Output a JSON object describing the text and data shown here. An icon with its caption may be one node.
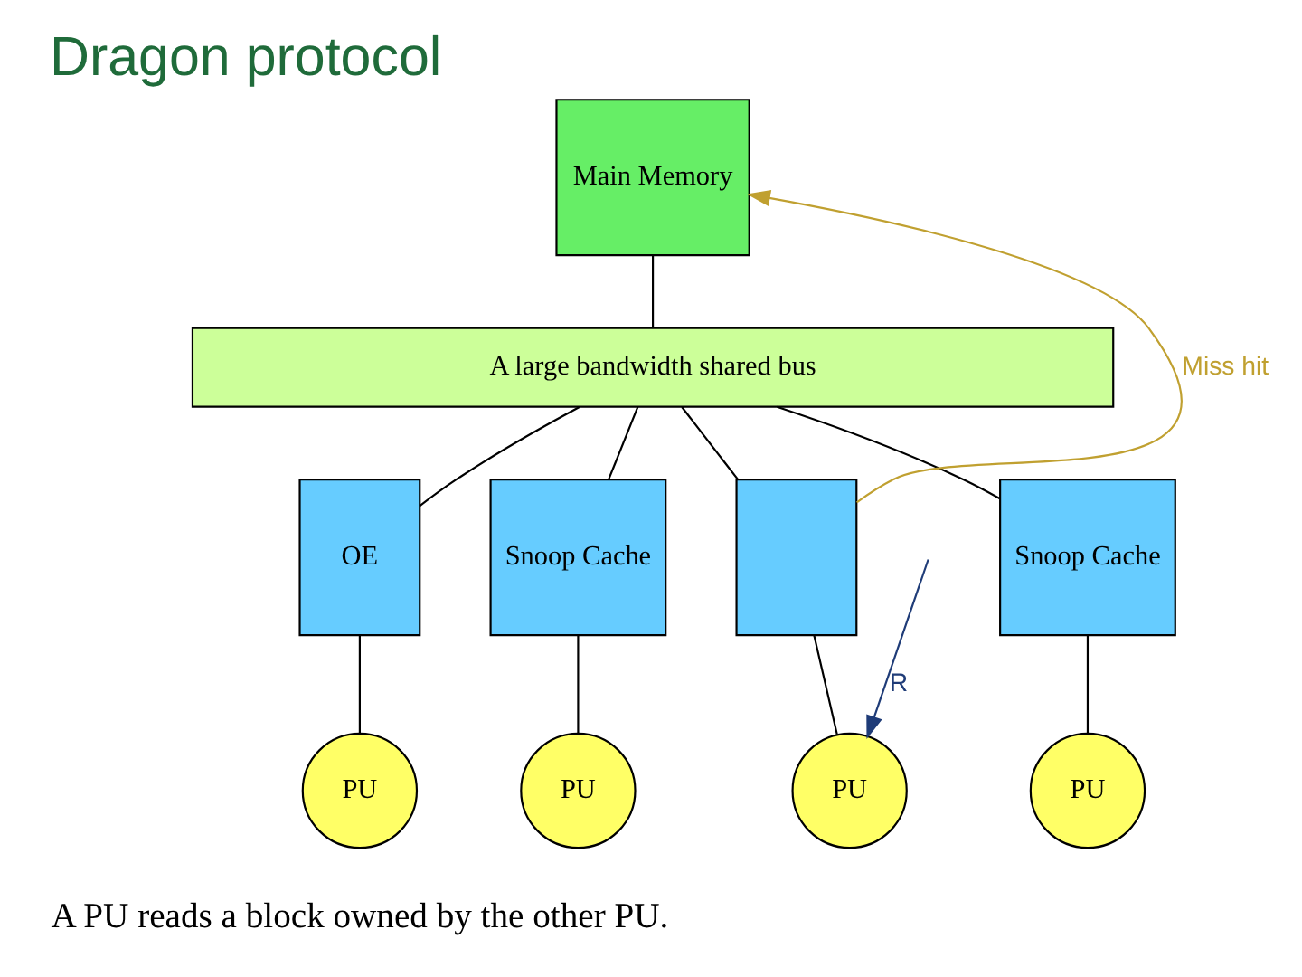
{
  "diagram": {
    "title": "Dragon protocol",
    "caption": "A PU reads a block owned by the other PU.",
    "nodes": [
      {
        "text": [
          "Main Memory"
        ]
      },
      {
        "text": [
          "A large bandwidth shared bus"
        ]
      },
      {
        "text": [
          "OE"
        ]
      },
      {
        "text": [
          "Snoop Cache"
        ]
      },
      {
        "text": [],
        "shape": "box"
      },
      {
        "text": [
          "Snoop Cache"
        ]
      },
      {
        "text": [
          "PU"
        ]
      },
      {
        "text": [
          "PU"
        ]
      },
      {
        "text": [
          "PU"
        ]
      },
      {
        "text": [
          "PU"
        ]
      }
    ],
    "edges": [
      {
        "from": 0,
        "to": 1,
        "arrow": "none"
      },
      {
        "from": 1,
        "to": 2,
        "arrow": "none"
      },
      {
        "from": 1,
        "to": 3,
        "arrow": "none"
      },
      {
        "from": 1,
        "to": 4,
        "arrow": "none"
      },
      {
        "from": 1,
        "to": 5,
        "arrow": "none"
      },
      {
        "from": 2,
        "to": 6,
        "arrow": "none"
      },
      {
        "from": 3,
        "to": 7,
        "arrow": "none"
      },
      {
        "from": 4,
        "to": 8,
        "arrow": "none"
      },
      {
        "from": 5,
        "to": 9,
        "arrow": "none"
      },
      {
        "from": 4,
        "to": 0,
        "arrow": "to",
        "label": "Miss hit",
        "color": "#c0a030"
      },
      {
        "from": null,
        "to": 8,
        "arrow": "to",
        "label": "R",
        "color": "#1f3c78"
      }
    ]
  }
}
